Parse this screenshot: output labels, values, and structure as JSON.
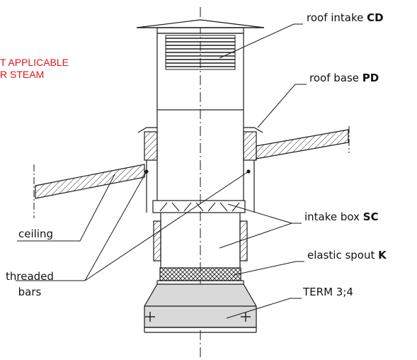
{
  "warning": {
    "line1": "T APPLICABLE",
    "line2": "R STEAM",
    "color": "#e0141e"
  },
  "labels": {
    "roof_intake": {
      "text": "roof intake ",
      "code": "CD"
    },
    "roof_base": {
      "text": "roof base ",
      "code": "PD"
    },
    "intake_box": {
      "text": "intake box  ",
      "code": "SC"
    },
    "elastic_spout": {
      "text": "elastic spout ",
      "code": "K"
    },
    "term": {
      "text": "TERM 3;4"
    },
    "ceiling": {
      "text": "ceiling"
    },
    "threaded_line1": {
      "text": "threaded"
    },
    "threaded_line2": {
      "text": "bars"
    }
  },
  "colors": {
    "line": "#1a1a1a",
    "term_fill": "#d9d9d9",
    "background": "#ffffff"
  }
}
